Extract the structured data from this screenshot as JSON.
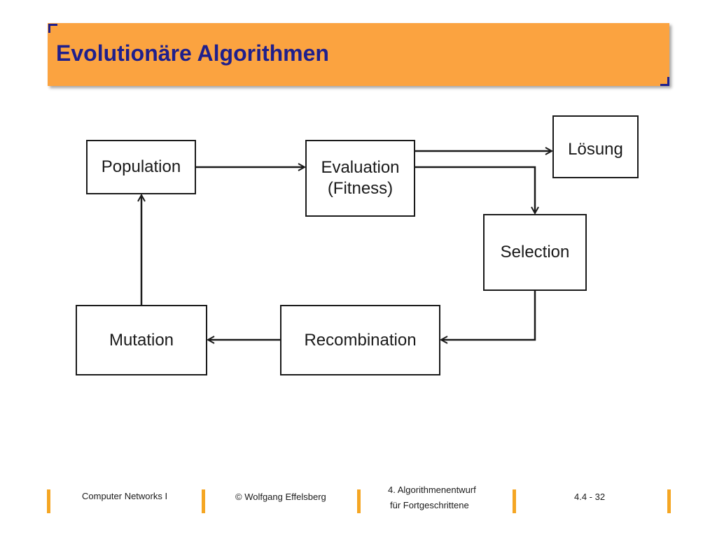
{
  "slide": {
    "title": "Evolutionäre Algorithmen",
    "accent_color": "#fba340",
    "title_color": "#1f1f8c"
  },
  "diagram": {
    "nodes": {
      "population": "Population",
      "evaluation": "Evaluation\n(Fitness)",
      "loesung": "Lösung",
      "selection": "Selection",
      "recombination": "Recombination",
      "mutation": "Mutation"
    },
    "edges": [
      {
        "from": "population",
        "to": "evaluation"
      },
      {
        "from": "evaluation",
        "to": "loesung"
      },
      {
        "from": "evaluation",
        "to": "selection"
      },
      {
        "from": "selection",
        "to": "recombination"
      },
      {
        "from": "recombination",
        "to": "mutation"
      },
      {
        "from": "mutation",
        "to": "population"
      }
    ]
  },
  "footer": {
    "course": "Computer Networks I",
    "author": "© Wolfgang Effelsberg",
    "chapter_line1": "4. Algorithmenentwurf",
    "chapter_line2": "für Fortgeschrittene",
    "page": "4.4 - 32"
  }
}
